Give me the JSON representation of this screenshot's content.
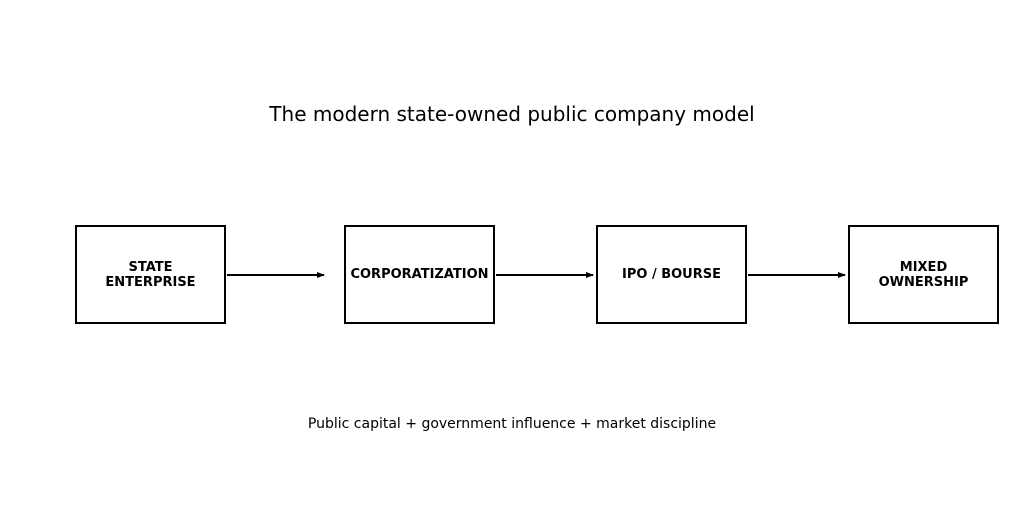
{
  "title": "The modern state-owned public company model",
  "stages": [
    {
      "label": "STATE\nENTERPRISE"
    },
    {
      "label": "CORPORATIZATION"
    },
    {
      "label": "IPO / BOURSE"
    },
    {
      "label": "MIXED\nOWNERSHIP"
    }
  ],
  "caption": "Public capital + government influence + market discipline"
}
